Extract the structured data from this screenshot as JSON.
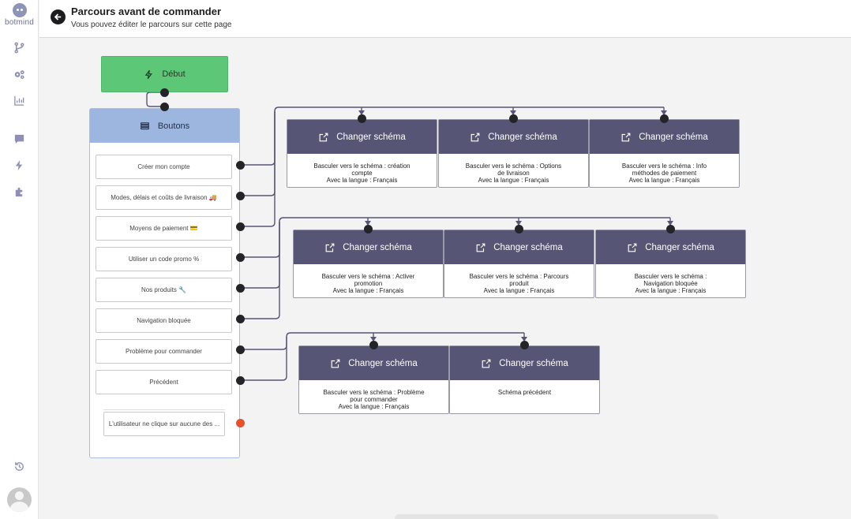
{
  "brand": {
    "name": "botmind"
  },
  "sidebar": {
    "icons": [
      {
        "name": "flow-branch-icon"
      },
      {
        "name": "settings-gears-icon"
      },
      {
        "name": "stats-chart-icon"
      },
      {
        "name": "chat-bubble-icon"
      },
      {
        "name": "lightning-icon"
      },
      {
        "name": "puzzle-icon"
      },
      {
        "name": "history-icon"
      }
    ]
  },
  "header": {
    "title": "Parcours avant de commander",
    "subtitle": "Vous pouvez éditer le parcours sur cette page"
  },
  "flow": {
    "start": {
      "label": "Début"
    },
    "buttons_node": {
      "title": "Boutons",
      "items": [
        "Créer mon compte",
        "Modes, délais et coûts de livraison 🚚",
        "Moyens de paiement 💳",
        "Utiliser un code promo %",
        "Nos produits 🔧",
        "Navigation bloquée",
        "Problème pour commander",
        "Précédent"
      ],
      "no_click_label": "L'utilisateur ne clique sur aucune des ..."
    },
    "change_schema_nodes": [
      {
        "title": "Changer schéma",
        "line1": "Basculer vers le schéma : création",
        "line2": "compte",
        "lang": "Avec la langue : Français"
      },
      {
        "title": "Changer schéma",
        "line1": "Basculer vers le schéma : Options",
        "line2": "de livraison",
        "lang": "Avec la langue : Français"
      },
      {
        "title": "Changer schéma",
        "line1": "Basculer vers le schéma : Info",
        "line2": "méthodes de paiement",
        "lang": "Avec la langue : Français"
      },
      {
        "title": "Changer schéma",
        "line1": "Basculer vers le schéma : Activer",
        "line2": "promotion",
        "lang": "Avec la langue : Français"
      },
      {
        "title": "Changer schéma",
        "line1": "Basculer vers le schéma : Parcours",
        "line2": "produit",
        "lang": "Avec la langue : Français"
      },
      {
        "title": "Changer schéma",
        "line1": "Basculer vers le schéma :",
        "line2": "Navigation bloquée",
        "lang": "Avec la langue : Français"
      },
      {
        "title": "Changer schéma",
        "line1": "Basculer vers le schéma : Problème",
        "line2": "pour commander",
        "lang": "Avec la langue : Français"
      },
      {
        "title": "Changer schéma",
        "line1": "Schéma précédent",
        "line2": "",
        "lang": ""
      }
    ]
  },
  "colors": {
    "start_green": "#5dc778",
    "buttons_header": "#9cb6df",
    "node_header": "#565575",
    "wire": "#565575",
    "port": "#232428",
    "no_click_port": "#e8512a"
  }
}
